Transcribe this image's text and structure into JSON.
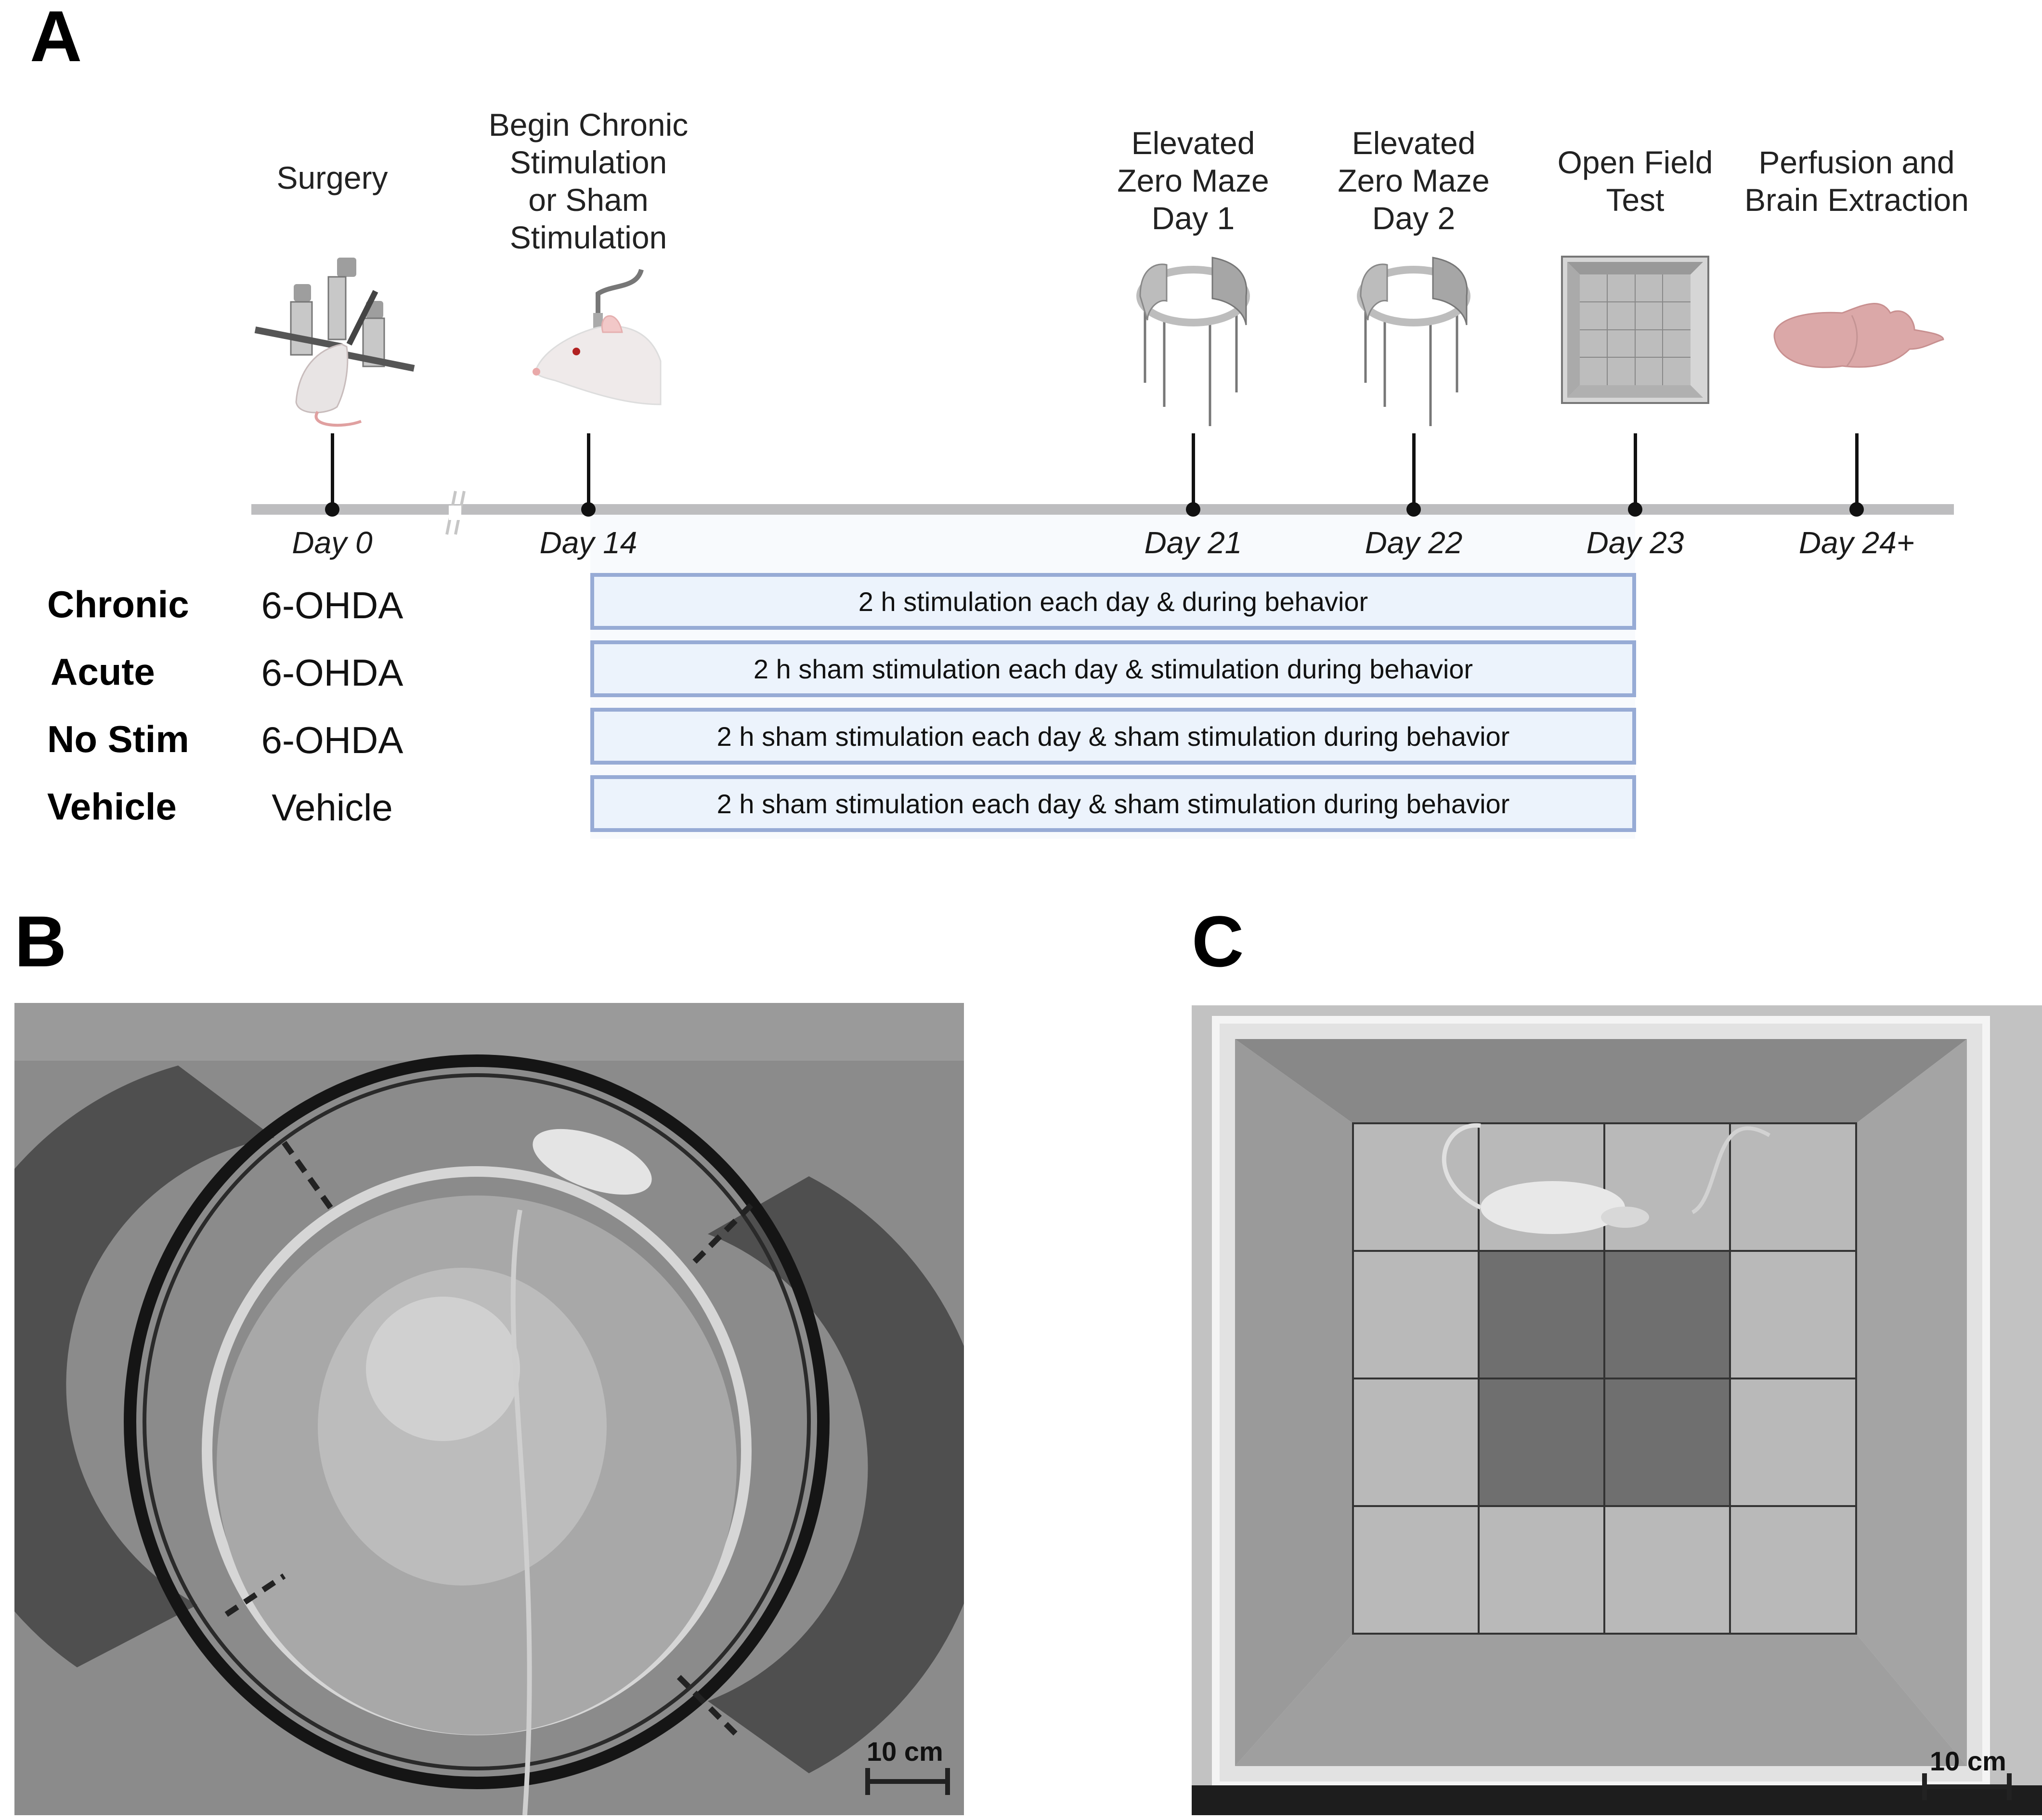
{
  "panels": {
    "A": {
      "letter": "A",
      "events": [
        {
          "label_lines": [
            "Surgery"
          ],
          "icon": "stereotaxic-frame-rat-icon",
          "day": "Day 0"
        },
        {
          "label_lines": [
            "Begin Chronic",
            "Stimulation",
            "or Sham",
            "Stimulation"
          ],
          "icon": "rat-with-tether-icon",
          "day": "Day 14"
        },
        {
          "label_lines": [
            "Elevated",
            "Zero Maze",
            "Day 1"
          ],
          "icon": "elevated-zero-maze-icon",
          "day": "Day 21"
        },
        {
          "label_lines": [
            "Elevated",
            "Zero Maze",
            "Day 2"
          ],
          "icon": "elevated-zero-maze-icon",
          "day": "Day 22"
        },
        {
          "label_lines": [
            "Open Field",
            "Test"
          ],
          "icon": "open-field-box-icon",
          "day": "Day 23"
        },
        {
          "label_lines": [
            "Perfusion and",
            "Brain Extraction"
          ],
          "icon": "brain-icon",
          "day": "Day 24+"
        }
      ],
      "groups": [
        {
          "name": "Chronic",
          "treatment": "6-OHDA",
          "protocol": "2 h stimulation each day & during behavior"
        },
        {
          "name": "Acute",
          "treatment": "6-OHDA",
          "protocol": "2 h sham stimulation each day & stimulation during behavior"
        },
        {
          "name": "No Stim",
          "treatment": "6-OHDA",
          "protocol": "2 h sham stimulation each day & sham stimulation during behavior"
        },
        {
          "name": "Vehicle",
          "treatment": "Vehicle",
          "protocol": "2 h sham stimulation each day & sham stimulation during behavior"
        }
      ],
      "colors": {
        "timeline": "#bdbdbf",
        "box_fill": "#ecf3fc",
        "box_border": "#97abd5",
        "shade": "#f8fafd"
      }
    },
    "B": {
      "letter": "B",
      "description": "Top-down photo of elevated zero maze with rat",
      "scalebar": "10 cm"
    },
    "C": {
      "letter": "C",
      "description": "Top-down photo of open field arena with 4x4 grid and rat",
      "scalebar": "10 cm"
    }
  }
}
